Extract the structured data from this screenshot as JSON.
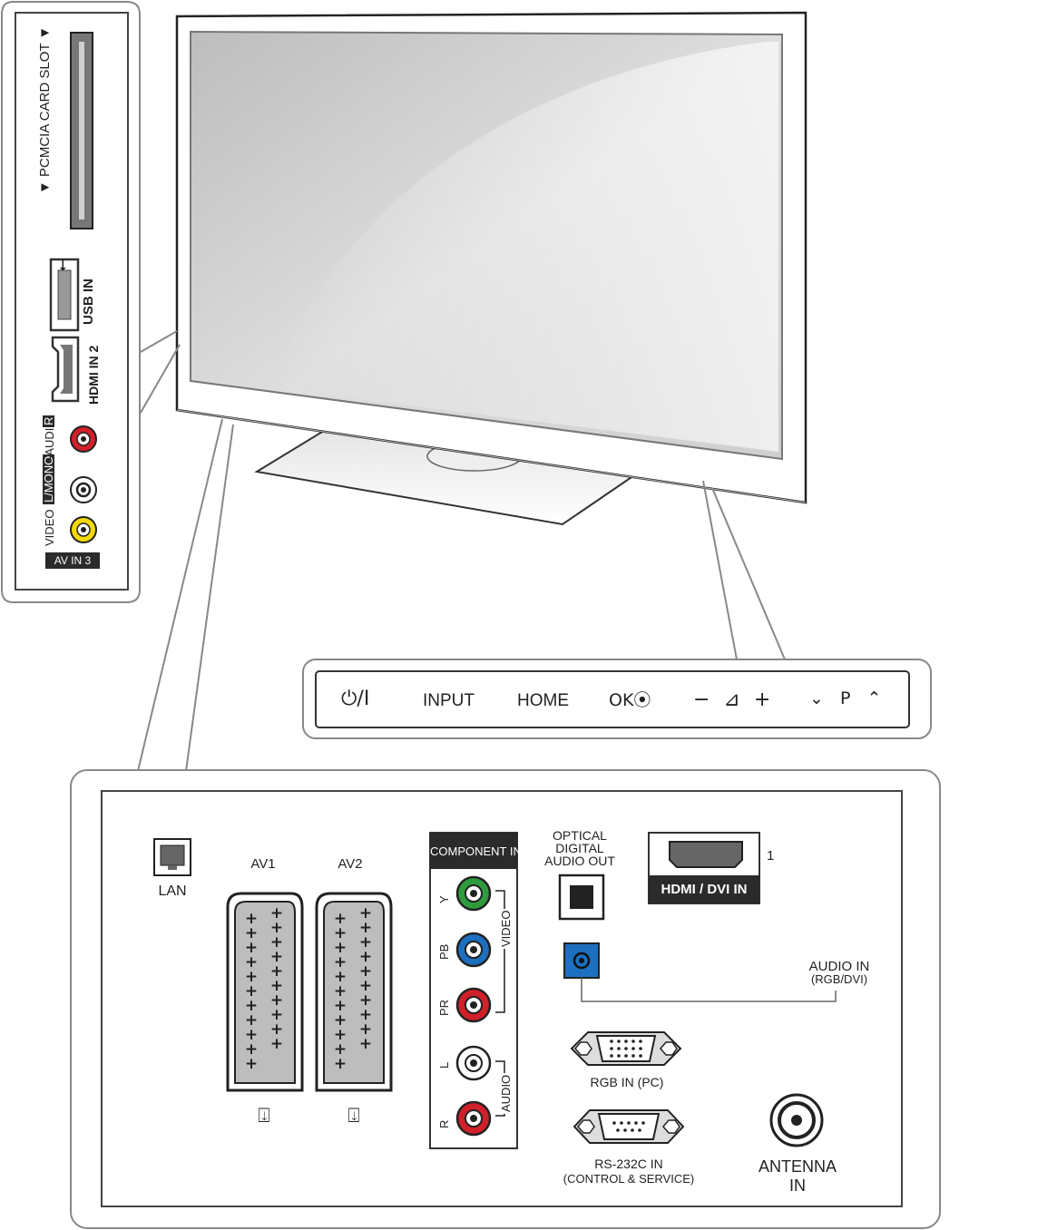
{
  "side_panel": {
    "pcmcia_label": "▼ PCMCIA CARD SLOT ▼",
    "usb_label": "USB IN",
    "hdmi_label": "HDMI IN 2",
    "video_label": "VIDEO",
    "lmono_label": "L/MONO",
    "audio_label": "-AUDIO-",
    "r_label": "R",
    "av_in_label": "AV IN 3",
    "colors": {
      "red": "#d0202a",
      "white": "#ffffff",
      "yellow": "#f5d90a"
    }
  },
  "control_bar": {
    "power_label": "⏻/I",
    "input_label": "INPUT",
    "home_label": "HOME",
    "ok_label": "OK⦿",
    "volume_label": "− ⊿ +",
    "program_label": "⌄ P ⌃"
  },
  "rear_panel": {
    "lan_label": "LAN",
    "av1_label": "AV1",
    "av2_label": "AV2",
    "component_header": "COMPONENT IN",
    "component_ports": [
      {
        "label": "Y",
        "color": "#2f9b3c"
      },
      {
        "label": "PB",
        "color": "#1d6fc0"
      },
      {
        "label": "PR",
        "color": "#d0202a"
      },
      {
        "label": "L",
        "color": "#ffffff"
      },
      {
        "label": "R",
        "color": "#d0202a"
      }
    ],
    "video_group_label": "VIDEO",
    "audio_group_label": "AUDIO",
    "optical_label_1": "OPTICAL",
    "optical_label_2": "DIGITAL",
    "optical_label_3": "AUDIO OUT",
    "hdmi_dvi_label": "HDMI / DVI IN",
    "hdmi_number": "1",
    "audio_in_label_1": "AUDIO IN",
    "audio_in_label_2": "(RGB/DVI)",
    "audio_in_color": "#1d6fc0",
    "rgb_label": "RGB IN (PC)",
    "rs232_label_1": "RS-232C IN",
    "rs232_label_2": "(CONTROL & SERVICE)",
    "antenna_label_1": "ANTENNA",
    "antenna_label_2": "IN"
  }
}
